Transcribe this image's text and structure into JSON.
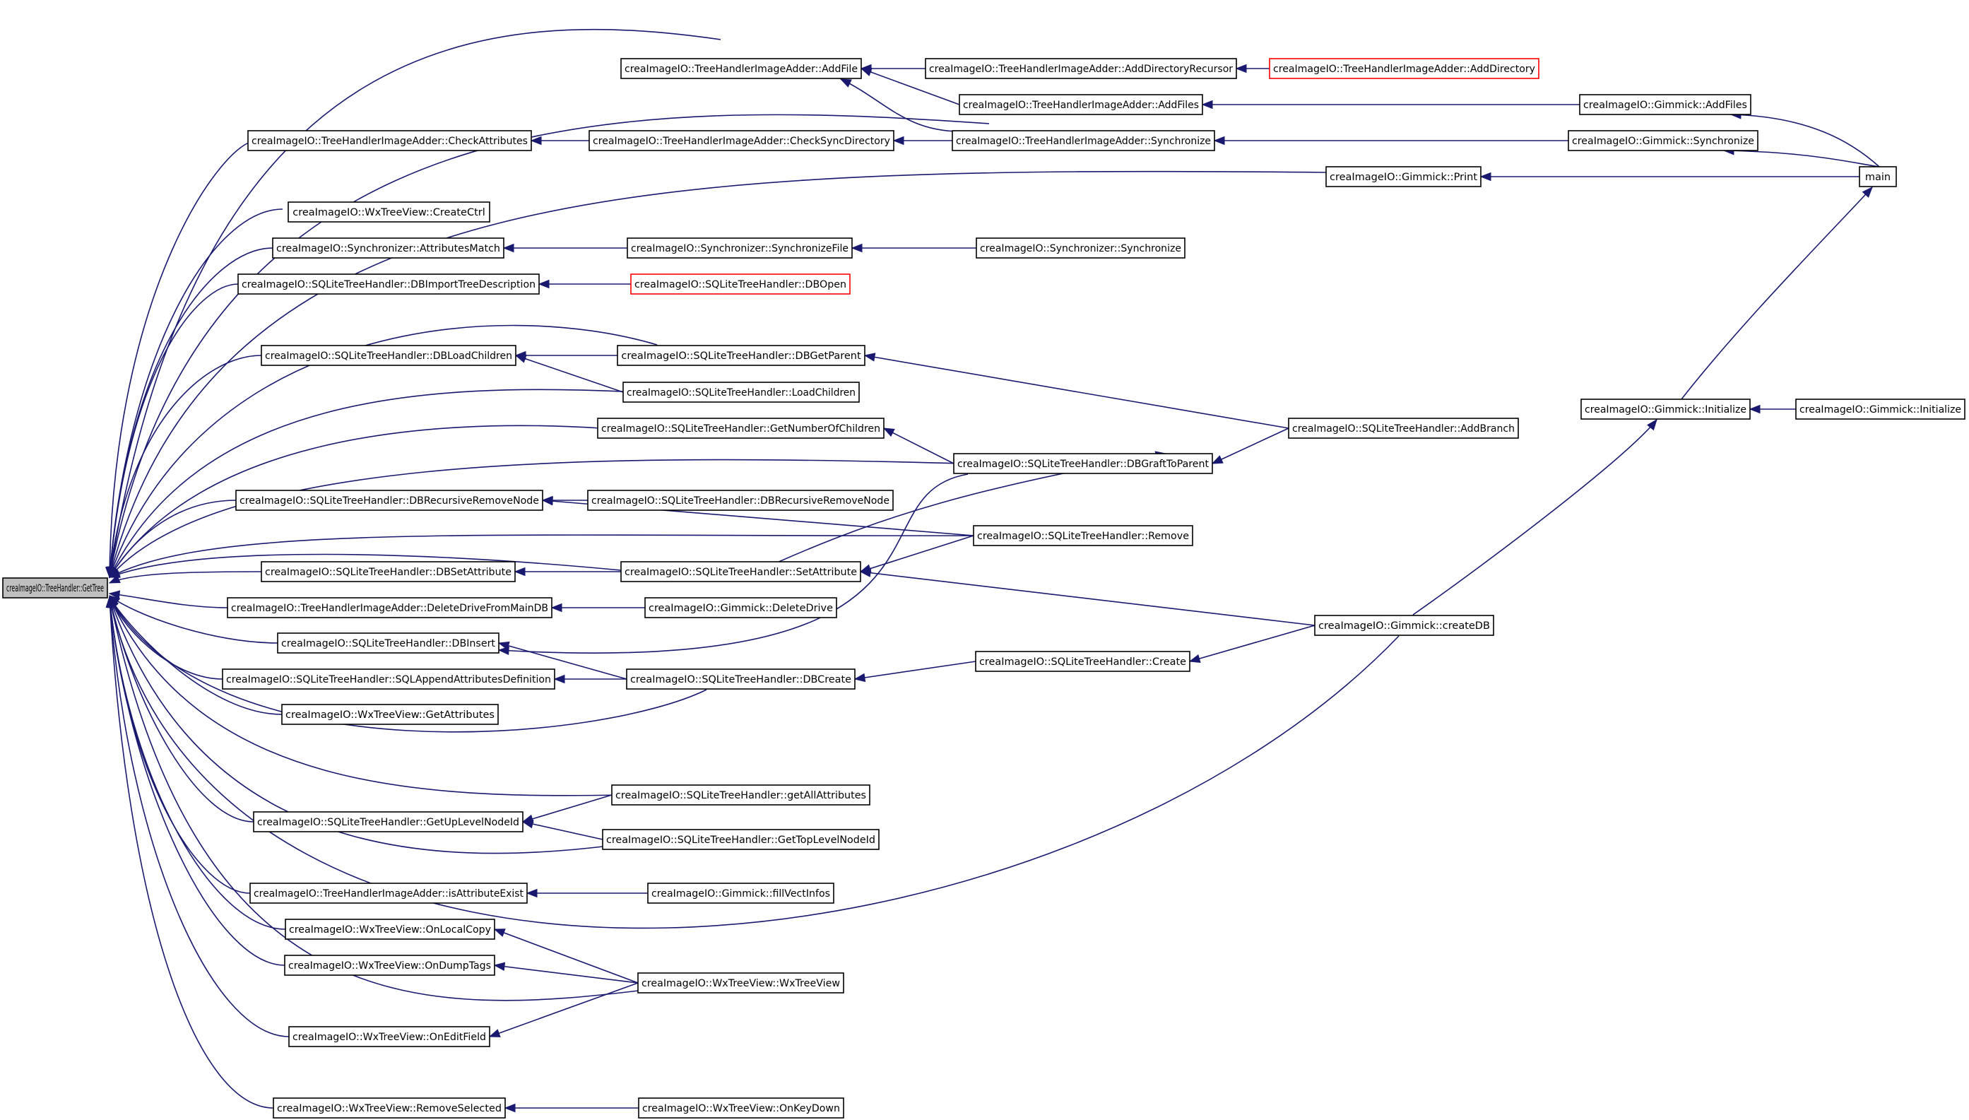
{
  "graph": {
    "title": "",
    "edge_color": "#191970",
    "node_border": "#000000",
    "missing_node_border": "#ff0000",
    "root_fill": "#bfbfbf",
    "nodes": [
      {
        "id": "gettree",
        "label": "creaImageIO::TreeHandler::GetTree",
        "style": "root"
      },
      {
        "id": "addfile",
        "label": "creaImageIO::TreeHandlerImageAdder::AddFile"
      },
      {
        "id": "adddirrec",
        "label": "creaImageIO::TreeHandlerImageAdder::AddDirectoryRecursor"
      },
      {
        "id": "adddir",
        "label": "creaImageIO::TreeHandlerImageAdder::AddDirectory",
        "style": "missing"
      },
      {
        "id": "addfiles",
        "label": "creaImageIO::TreeHandlerImageAdder::AddFiles"
      },
      {
        "id": "g_addfiles",
        "label": "creaImageIO::Gimmick::AddFiles"
      },
      {
        "id": "checkattr",
        "label": "creaImageIO::TreeHandlerImageAdder::CheckAttributes"
      },
      {
        "id": "checksync",
        "label": "creaImageIO::TreeHandlerImageAdder::CheckSyncDirectory"
      },
      {
        "id": "tsync",
        "label": "creaImageIO::TreeHandlerImageAdder::Synchronize"
      },
      {
        "id": "g_sync",
        "label": "creaImageIO::Gimmick::Synchronize"
      },
      {
        "id": "g_print",
        "label": "creaImageIO::Gimmick::Print"
      },
      {
        "id": "main",
        "label": "main"
      },
      {
        "id": "createctrl",
        "label": "creaImageIO::WxTreeView::CreateCtrl"
      },
      {
        "id": "attrmatch",
        "label": "creaImageIO::Synchronizer::AttributesMatch"
      },
      {
        "id": "syncfile",
        "label": "creaImageIO::Synchronizer::SynchronizeFile"
      },
      {
        "id": "syncsync",
        "label": "creaImageIO::Synchronizer::Synchronize"
      },
      {
        "id": "dbimport",
        "label": "creaImageIO::SQLiteTreeHandler::DBImportTreeDescription"
      },
      {
        "id": "dbopen",
        "label": "creaImageIO::SQLiteTreeHandler::DBOpen",
        "style": "missing"
      },
      {
        "id": "dbloadchildren",
        "label": "creaImageIO::SQLiteTreeHandler::DBLoadChildren"
      },
      {
        "id": "dbgetparent",
        "label": "creaImageIO::SQLiteTreeHandler::DBGetParent"
      },
      {
        "id": "loadchildren",
        "label": "creaImageIO::SQLiteTreeHandler::LoadChildren"
      },
      {
        "id": "addbranch",
        "label": "creaImageIO::SQLiteTreeHandler::AddBranch"
      },
      {
        "id": "g_init",
        "label": "creaImageIO::Gimmick::Initialize"
      },
      {
        "id": "g_init2",
        "label": "creaImageIO::Gimmick::Initialize"
      },
      {
        "id": "getnumchildren",
        "label": "creaImageIO::SQLiteTreeHandler::GetNumberOfChildren"
      },
      {
        "id": "dbgraft",
        "label": "creaImageIO::SQLiteTreeHandler::DBGraftToParent"
      },
      {
        "id": "dbrecrem",
        "label": "creaImageIO::SQLiteTreeHandler::DBRecursiveRemoveNode"
      },
      {
        "id": "dbrecrem2",
        "label": "creaImageIO::SQLiteTreeHandler::DBRecursiveRemoveNode"
      },
      {
        "id": "remove",
        "label": "creaImageIO::SQLiteTreeHandler::Remove"
      },
      {
        "id": "dbsetattr",
        "label": "creaImageIO::SQLiteTreeHandler::DBSetAttribute"
      },
      {
        "id": "setattr",
        "label": "creaImageIO::SQLiteTreeHandler::SetAttribute"
      },
      {
        "id": "deldrivemain",
        "label": "creaImageIO::TreeHandlerImageAdder::DeleteDriveFromMainDB"
      },
      {
        "id": "g_deldrive",
        "label": "creaImageIO::Gimmick::DeleteDrive"
      },
      {
        "id": "g_createdb",
        "label": "creaImageIO::Gimmick::createDB"
      },
      {
        "id": "dbinsert",
        "label": "creaImageIO::SQLiteTreeHandler::DBInsert"
      },
      {
        "id": "create",
        "label": "creaImageIO::SQLiteTreeHandler::Create"
      },
      {
        "id": "sqlappend",
        "label": "creaImageIO::SQLiteTreeHandler::SQLAppendAttributesDefinition"
      },
      {
        "id": "dbcreate",
        "label": "creaImageIO::SQLiteTreeHandler::DBCreate"
      },
      {
        "id": "getattributes",
        "label": "creaImageIO::WxTreeView::GetAttributes"
      },
      {
        "id": "getallattr",
        "label": "creaImageIO::SQLiteTreeHandler::getAllAttributes"
      },
      {
        "id": "getuplevel",
        "label": "creaImageIO::SQLiteTreeHandler::GetUpLevelNodeId"
      },
      {
        "id": "gettoplevel",
        "label": "creaImageIO::SQLiteTreeHandler::GetTopLevelNodeId"
      },
      {
        "id": "isattrexist",
        "label": "creaImageIO::TreeHandlerImageAdder::isAttributeExist"
      },
      {
        "id": "g_fillvect",
        "label": "creaImageIO::Gimmick::fillVectInfos"
      },
      {
        "id": "onlocalcopy",
        "label": "creaImageIO::WxTreeView::OnLocalCopy"
      },
      {
        "id": "ondumptags",
        "label": "creaImageIO::WxTreeView::OnDumpTags"
      },
      {
        "id": "wxtreeview",
        "label": "creaImageIO::WxTreeView::WxTreeView"
      },
      {
        "id": "oneditfield",
        "label": "creaImageIO::WxTreeView::OnEditField"
      },
      {
        "id": "removeselected",
        "label": "creaImageIO::WxTreeView::RemoveSelected"
      },
      {
        "id": "onkeydown",
        "label": "creaImageIO::WxTreeView::OnKeyDown"
      }
    ],
    "edges": [
      {
        "from": "addfile",
        "to": "gettree"
      },
      {
        "from": "adddirrec",
        "to": "addfile"
      },
      {
        "from": "adddir",
        "to": "adddirrec"
      },
      {
        "from": "addfiles",
        "to": "addfile"
      },
      {
        "from": "tsync",
        "to": "addfile"
      },
      {
        "from": "g_addfiles",
        "to": "addfiles"
      },
      {
        "from": "main",
        "to": "g_addfiles"
      },
      {
        "from": "tsync",
        "to": "gettree"
      },
      {
        "from": "checkattr",
        "to": "gettree"
      },
      {
        "from": "checksync",
        "to": "checkattr"
      },
      {
        "from": "tsync",
        "to": "checksync"
      },
      {
        "from": "g_sync",
        "to": "tsync"
      },
      {
        "from": "main",
        "to": "g_sync"
      },
      {
        "from": "g_print",
        "to": "gettree"
      },
      {
        "from": "main",
        "to": "g_print"
      },
      {
        "from": "createctrl",
        "to": "gettree"
      },
      {
        "from": "attrmatch",
        "to": "gettree"
      },
      {
        "from": "syncfile",
        "to": "attrmatch"
      },
      {
        "from": "syncsync",
        "to": "syncfile"
      },
      {
        "from": "dbimport",
        "to": "gettree"
      },
      {
        "from": "dbopen",
        "to": "dbimport"
      },
      {
        "from": "dbgetparent",
        "to": "gettree"
      },
      {
        "from": "dbloadchildren",
        "to": "gettree"
      },
      {
        "from": "dbgetparent",
        "to": "dbloadchildren"
      },
      {
        "from": "loadchildren",
        "to": "dbloadchildren"
      },
      {
        "from": "loadchildren",
        "to": "gettree"
      },
      {
        "from": "addbranch",
        "to": "dbgetparent"
      },
      {
        "from": "getnumchildren",
        "to": "gettree"
      },
      {
        "from": "dbgraft",
        "to": "getnumchildren"
      },
      {
        "from": "dbgraft",
        "to": "gettree"
      },
      {
        "from": "addbranch",
        "to": "dbgraft"
      },
      {
        "from": "dbrecrem",
        "to": "gettree"
      },
      {
        "from": "dbrecrem2",
        "to": "dbrecrem"
      },
      {
        "from": "remove",
        "to": "dbrecrem"
      },
      {
        "from": "remove",
        "to": "gettree"
      },
      {
        "from": "setattr",
        "to": "gettree"
      },
      {
        "from": "dbsetattr",
        "to": "gettree"
      },
      {
        "from": "setattr",
        "to": "dbsetattr"
      },
      {
        "from": "setattr",
        "to": "dbgraft"
      },
      {
        "from": "remove",
        "to": "setattr"
      },
      {
        "from": "g_createdb",
        "to": "setattr"
      },
      {
        "from": "g_init",
        "to": "main"
      },
      {
        "from": "g_init2",
        "to": "g_init"
      },
      {
        "from": "g_createdb",
        "to": "g_init"
      },
      {
        "from": "deldrivemain",
        "to": "gettree"
      },
      {
        "from": "g_deldrive",
        "to": "deldrivemain"
      },
      {
        "from": "dbinsert",
        "to": "gettree"
      },
      {
        "from": "dbgraft",
        "to": "dbinsert"
      },
      {
        "from": "dbcreate",
        "to": "dbinsert"
      },
      {
        "from": "sqlappend",
        "to": "gettree"
      },
      {
        "from": "dbcreate",
        "to": "sqlappend"
      },
      {
        "from": "create",
        "to": "dbcreate"
      },
      {
        "from": "g_createdb",
        "to": "create"
      },
      {
        "from": "dbcreate",
        "to": "gettree"
      },
      {
        "from": "getattributes",
        "to": "gettree"
      },
      {
        "from": "getallattr",
        "to": "gettree"
      },
      {
        "from": "getuplevel",
        "to": "gettree"
      },
      {
        "from": "getallattr",
        "to": "getuplevel"
      },
      {
        "from": "gettoplevel",
        "to": "getuplevel"
      },
      {
        "from": "gettoplevel",
        "to": "gettree"
      },
      {
        "from": "isattrexist",
        "to": "gettree"
      },
      {
        "from": "g_fillvect",
        "to": "isattrexist"
      },
      {
        "from": "onlocalcopy",
        "to": "gettree"
      },
      {
        "from": "wxtreeview",
        "to": "onlocalcopy"
      },
      {
        "from": "ondumptags",
        "to": "gettree"
      },
      {
        "from": "wxtreeview",
        "to": "ondumptags"
      },
      {
        "from": "wxtreeview",
        "to": "gettree"
      },
      {
        "from": "oneditfield",
        "to": "gettree"
      },
      {
        "from": "wxtreeview",
        "to": "oneditfield"
      },
      {
        "from": "g_createdb",
        "to": "gettree"
      },
      {
        "from": "removeselected",
        "to": "gettree"
      },
      {
        "from": "onkeydown",
        "to": "removeselected"
      }
    ]
  }
}
